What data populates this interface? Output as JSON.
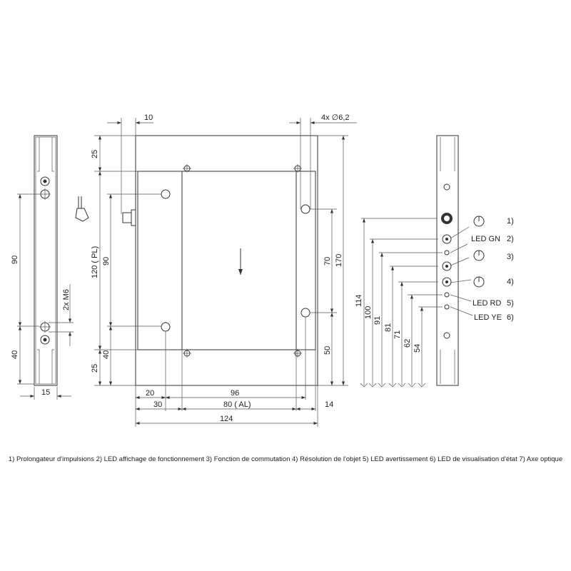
{
  "side_view_left": {
    "dim_90": "90",
    "dim_40": "40",
    "dim_15": "15",
    "thread_label": "2x M6"
  },
  "front_view": {
    "dim_top_10": "10",
    "hole_label": "4x ∅6,2",
    "dim_25_top": "25",
    "dim_120_pl": "120 ( PL)",
    "dim_25_bottom": "25",
    "dim_90": "90",
    "dim_40": "40",
    "dim_70": "70",
    "dim_50": "50",
    "dim_170": "170",
    "dim_20": "20",
    "dim_96": "96",
    "dim_30": "30",
    "dim_80_al": "80  ( AL)",
    "dim_14": "14",
    "dim_124": "124"
  },
  "side_view_right": {
    "dims": [
      "114",
      "100",
      "91",
      "81",
      "71",
      "62",
      "54"
    ],
    "labels": [
      {
        "text": "",
        "num": "1)"
      },
      {
        "text": "LED GN",
        "num": "2)"
      },
      {
        "text": "",
        "num": "3)"
      },
      {
        "text": "",
        "num": "4)"
      },
      {
        "text": "LED RD",
        "num": "5)"
      },
      {
        "text": "LED YE",
        "num": "6)"
      }
    ]
  },
  "caption": "1) Prolongateur d'impulsions  2) LED affichage de fonctionnement  3) Fonction de commutation  4) Résolution de l'objet  5) LED avertissement  6) LED de visualisation d'état  7) Axe optique"
}
